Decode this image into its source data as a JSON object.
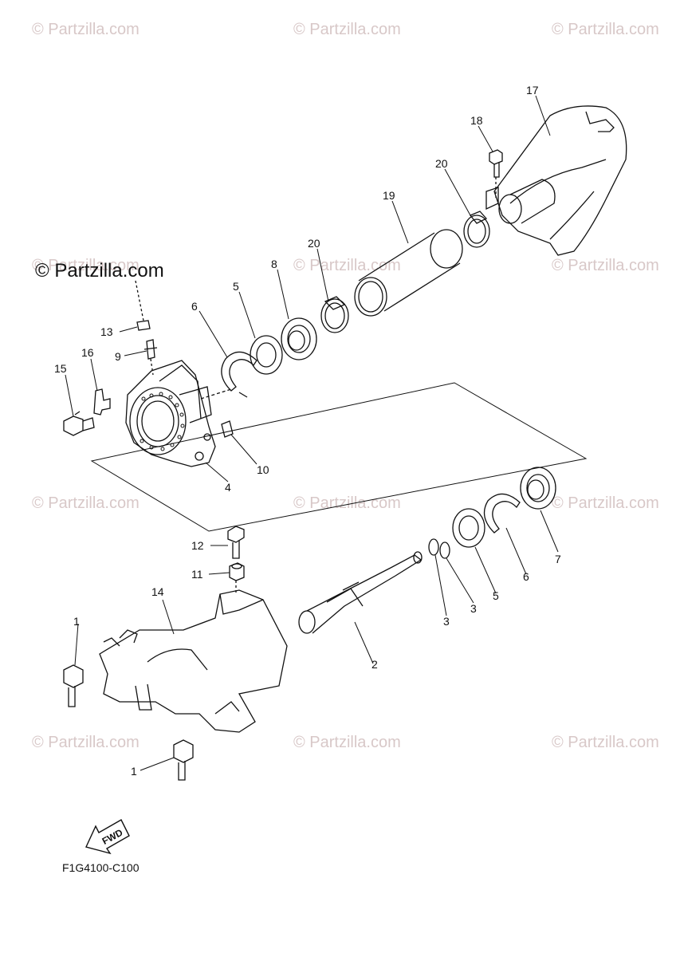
{
  "watermarks": [
    "© Partzilla.com",
    "© Partzilla.com",
    "© Partzilla.com",
    "© Partzilla.com",
    "© Partzilla.com",
    "© Partzilla.com",
    "© Partzilla.com",
    "© Partzilla.com",
    "© Partzilla.com",
    "© Partzilla.com",
    "© Partzilla.com",
    "© Partzilla.com"
  ],
  "watermark_main": "© Partzilla.com",
  "callouts": [
    "17",
    "18",
    "20",
    "19",
    "20",
    "8",
    "5",
    "6",
    "13",
    "9",
    "16",
    "15",
    "10",
    "4",
    "12",
    "11",
    "14",
    "1",
    "2",
    "3",
    "3",
    "5",
    "6",
    "7",
    "1"
  ],
  "fwd_label": "FWD",
  "diagram_code": "F1G4100-C100"
}
